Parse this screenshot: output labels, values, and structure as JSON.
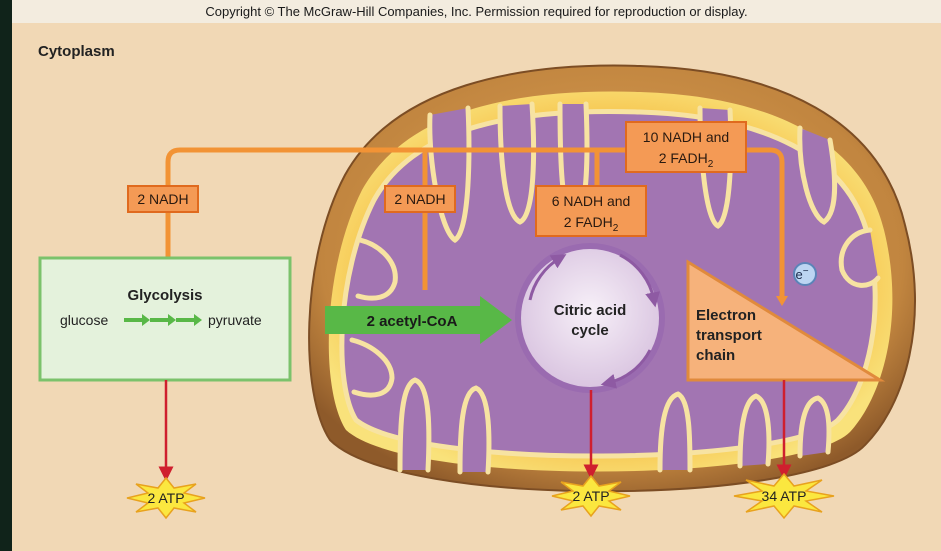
{
  "copyright": "Copyright © The McGraw-Hill Companies, Inc. Permission required for reproduction or display.",
  "cytoplasm_label": "Cytoplasm",
  "glycolysis": {
    "title": "Glycolysis",
    "input": "glucose",
    "output": "pyruvate",
    "nadh": "2 NADH",
    "atp": "2 ATP"
  },
  "acetyl": {
    "nadh": "2 NADH",
    "label": "2 acetyl-CoA"
  },
  "citric": {
    "label_line1": "Citric acid",
    "label_line2": "cycle",
    "nadh_line1": "6 NADH and",
    "fadh_prefix": "2 FADH",
    "fadh_sub": "2",
    "atp": "2 ATP"
  },
  "etc": {
    "label_line1": "Electron",
    "label_line2": "transport",
    "label_line3": "chain",
    "total_line1": "10 NADH and",
    "total_prefix": "2 FADH",
    "total_sub": "2",
    "electron": "e",
    "electron_sup": "−",
    "atp": "34 ATP"
  },
  "colors": {
    "orange_line": "#f29335",
    "box_fill": "#f49a55",
    "box_stroke": "#e06a1e",
    "glycolysis_fill": "#e4f2dc",
    "glycolysis_stroke": "#7bc26b",
    "arrow_green": "#58b847",
    "matrix_purple": "#a275b2",
    "crista_yellow": "#f7e3a2",
    "outer_brown": "#b7793f",
    "red_arrow": "#cf1f2e",
    "star_yellow": "#fbe73f"
  }
}
